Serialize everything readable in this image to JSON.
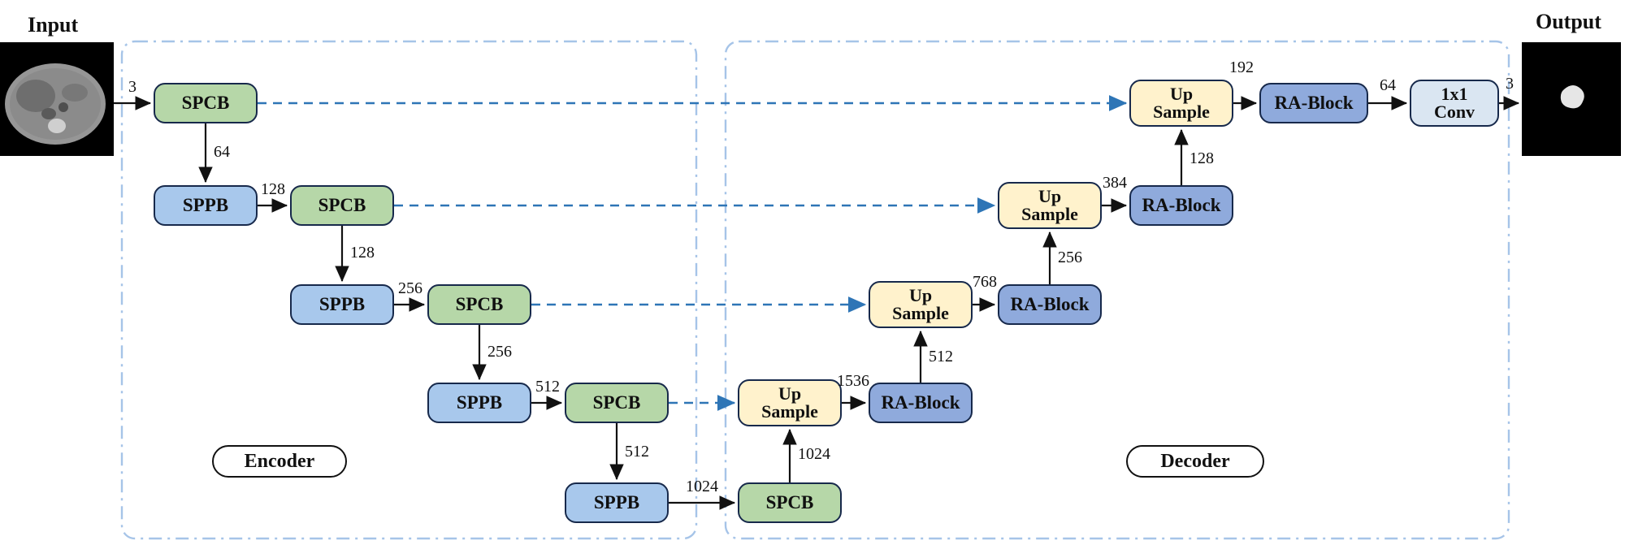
{
  "figure": {
    "input_label": "Input",
    "output_label": "Output",
    "encoder_label": "Encoder",
    "decoder_label": "Decoder"
  },
  "blocks": {
    "spcb": "SPCB",
    "sppb": "SPPB",
    "upsample": {
      "line1": "Up",
      "line2": "Sample"
    },
    "ra_block": "RA-Block",
    "conv1x1": {
      "line1": "1x1",
      "line2": "Conv"
    }
  },
  "edges": {
    "e_in": "3",
    "e_spcb1_sppb1": "64",
    "e_sppb1_spcb2": "128",
    "e_spcb2_sppb2": "128",
    "e_sppb2_spcb3": "256",
    "e_spcb3_sppb3": "256",
    "e_sppb3_spcb4": "512",
    "e_spcb4_sppb4": "512",
    "e_sppb4_spcb5": "1024",
    "e_spcb5_up4": "1024",
    "e_up4_ra4": "1536",
    "e_ra4_up3": "512",
    "e_up3_ra3": "768",
    "e_ra3_up2": "256",
    "e_up2_ra2": "384",
    "e_ra2_up1": "128",
    "e_up1_ra1": "192",
    "e_ra1_conv": "64",
    "e_out": "3"
  },
  "colors": {
    "spcb_fill": "#b6d7a8",
    "sppb_fill": "#a8c8ec",
    "upsample_fill": "#fff2cc",
    "ra_block_fill": "#8faadc",
    "conv_fill": "#dae6f2",
    "block_border": "#17294b",
    "skip_arrow": "#2e75b6",
    "solid_arrow": "#111111",
    "container_border": "#a6c4e8"
  }
}
